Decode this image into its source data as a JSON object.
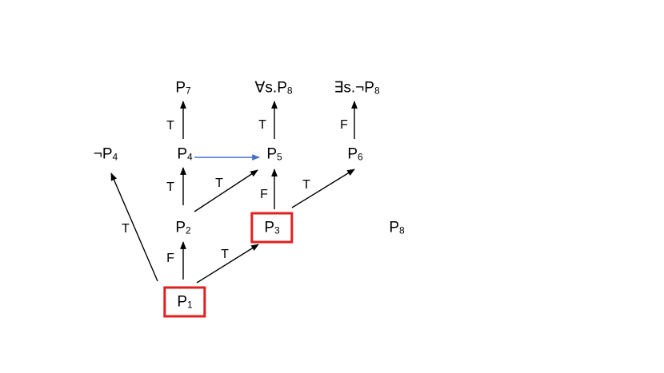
{
  "nodes": {
    "p1": {
      "base": "P",
      "sub": "1"
    },
    "p2": {
      "base": "P",
      "sub": "2"
    },
    "p3": {
      "base": "P",
      "sub": "3"
    },
    "p4": {
      "base": "P",
      "sub": "4"
    },
    "p5": {
      "base": "P",
      "sub": "5"
    },
    "p6": {
      "base": "P",
      "sub": "6"
    },
    "p7": {
      "base": "P",
      "sub": "7"
    },
    "forall": {
      "base": "∀s.P",
      "sub": "8"
    },
    "exists": {
      "base": "∃s.¬P",
      "sub": "8"
    },
    "notp4": {
      "base": "¬P",
      "sub": "4"
    },
    "p8": {
      "base": "P",
      "sub": "8"
    }
  },
  "edge_labels": {
    "p1_p2": "F",
    "p1_p3": "T",
    "p1_notp4": "T",
    "p2_p4": "T",
    "p2_p5": "T",
    "p3_p5": "F",
    "p3_p6": "T",
    "p4_p7": "T",
    "p5_forall": "T",
    "p6_exists": "F"
  },
  "colors": {
    "highlight_box": "#e02020",
    "edge": "#000000",
    "blue_edge": "#4472c4"
  }
}
